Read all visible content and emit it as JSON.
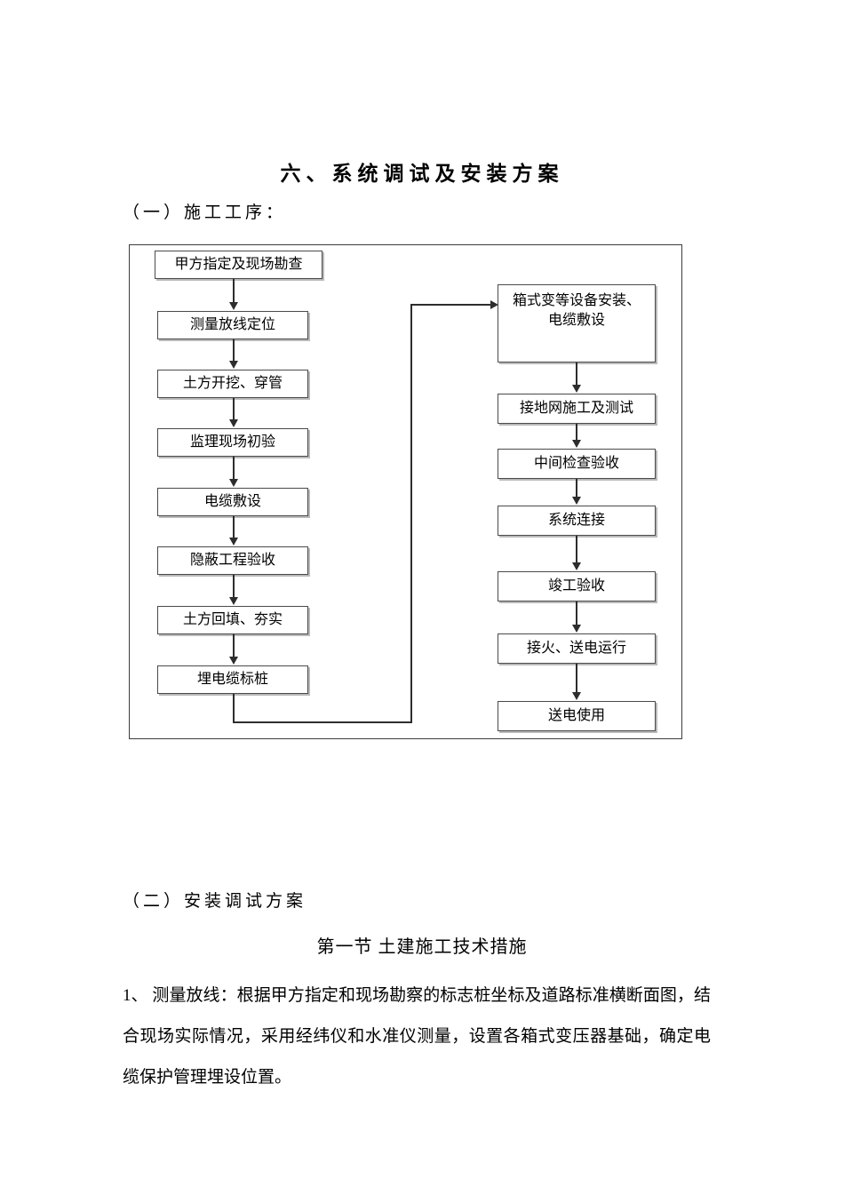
{
  "document": {
    "title": "六、系统调试及安装方案",
    "subheading_1": "（一）施工工序：",
    "subheading_2": "（二）安装调试方案",
    "section_heading": "第一节  土建施工技术措施",
    "paragraph": "1、 测量放线：根据甲方指定和现场勘察的标志桩坐标及道路标准横断面图，结合现场实际情况，采用经纬仪和水准仪测量，设置各箱式变压器基础，确定电缆保护管理埋设位置。"
  },
  "flowchart": {
    "left_column": [
      {
        "label": "甲方指定及现场勘查"
      },
      {
        "label": "测量放线定位"
      },
      {
        "label": "土方开挖、穿管"
      },
      {
        "label": "监理现场初验"
      },
      {
        "label": "电缆敷设"
      },
      {
        "label": "隐蔽工程验收"
      },
      {
        "label": "土方回填、夯实"
      },
      {
        "label": "埋电缆标桩"
      }
    ],
    "right_column": [
      {
        "label": "箱式变等设备安装、\n电缆敷设"
      },
      {
        "label": "接地网施工及测试"
      },
      {
        "label": "中间检查验收"
      },
      {
        "label": "系统连接"
      },
      {
        "label": "竣工验收"
      },
      {
        "label": "接火、送电运行"
      },
      {
        "label": "送电使用"
      }
    ]
  },
  "colors": {
    "box_border": "#4a4a4a",
    "box_shadow": "#b9b9b9",
    "connector": "#2d2d2d",
    "frame_border": "#3c3c3c",
    "text": "#000000",
    "background": "#ffffff"
  }
}
